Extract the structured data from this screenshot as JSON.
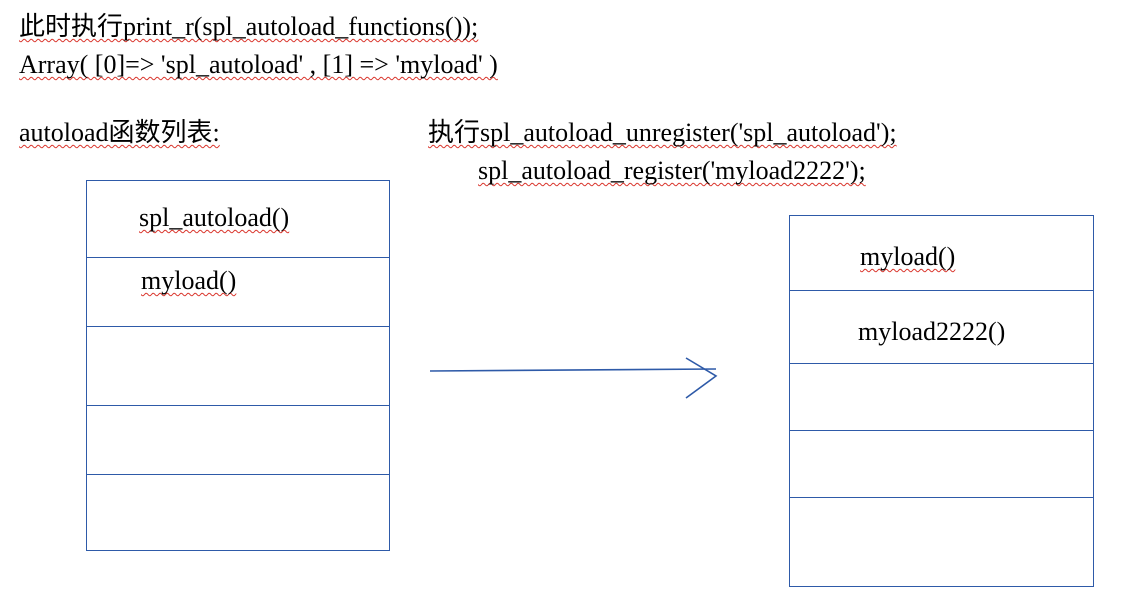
{
  "header": {
    "line1": "此时执行print_r(spl_autoload_functions());",
    "line2": "Array( [0]=> 'spl_autoload' , [1] => 'myload' )"
  },
  "left": {
    "title": "autoload函数列表:",
    "cells": [
      "spl_autoload()",
      "myload()",
      "",
      "",
      ""
    ]
  },
  "right": {
    "code_line1": "执行spl_autoload_unregister('spl_autoload');",
    "code_line2": "spl_autoload_register('myload2222');",
    "cells": [
      "myload()",
      "myload2222()",
      "",
      "",
      ""
    ]
  },
  "colors": {
    "border": "#2e5aa8",
    "spellcheck": "#d9342b"
  }
}
